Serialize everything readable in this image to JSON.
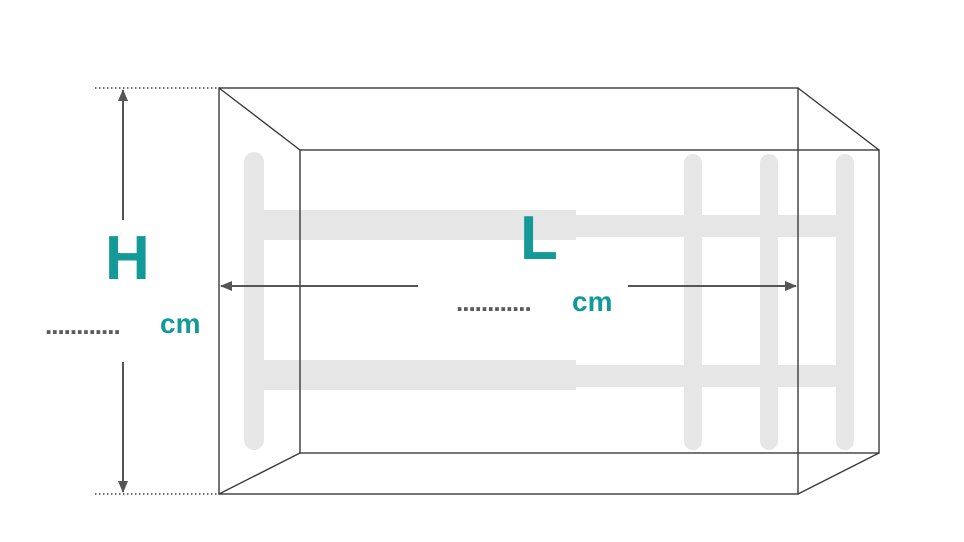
{
  "colors": {
    "accent": "#149999",
    "box_line": "#3a3a3a",
    "arrow": "#555555",
    "dotted_guide": "#444444",
    "frame_ghost": "#d9d9d9"
  },
  "height_dimension": {
    "letter": "H",
    "dots": "............",
    "unit": "cm"
  },
  "length_dimension": {
    "letter": "L",
    "dots": "............",
    "unit": "cm"
  }
}
